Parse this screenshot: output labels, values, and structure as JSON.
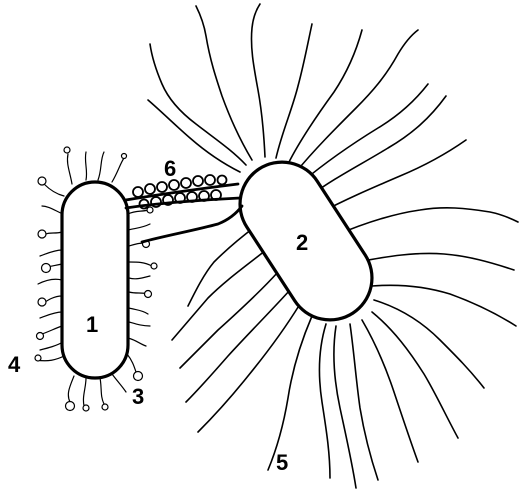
{
  "labels": {
    "cell_1": "1",
    "cell_2": "2",
    "pilus_3": "3",
    "fimbria_4": "4",
    "flagellum_5": "5",
    "conjugation_6": "6"
  }
}
